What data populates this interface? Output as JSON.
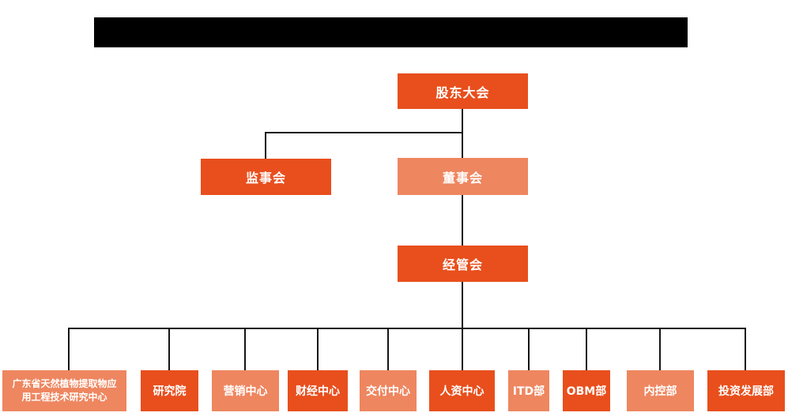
{
  "colors": {
    "primary_orange": "#e84f1d",
    "secondary_salmon": "#ee8660",
    "connector_line": "#141414",
    "redacted_bar": "#000000",
    "node_text": "#ffffff"
  },
  "org_chart": {
    "root": {
      "label": "股东大会"
    },
    "level2": [
      {
        "label": "监事会",
        "variant": "primary"
      },
      {
        "label": "董事会",
        "variant": "secondary"
      }
    ],
    "level3": {
      "label": "经管会",
      "variant": "primary"
    },
    "departments": [
      {
        "label": "广东省天然植物提取物应用工程技术研究中心",
        "variant": "secondary"
      },
      {
        "label": "研究院",
        "variant": "primary"
      },
      {
        "label": "营销中心",
        "variant": "secondary"
      },
      {
        "label": "财经中心",
        "variant": "primary"
      },
      {
        "label": "交付中心",
        "variant": "secondary"
      },
      {
        "label": "人资中心",
        "variant": "primary"
      },
      {
        "label": "ITD部",
        "variant": "secondary"
      },
      {
        "label": "OBM部",
        "variant": "primary"
      },
      {
        "label": "内控部",
        "variant": "secondary"
      },
      {
        "label": "投资发展部",
        "variant": "primary"
      }
    ]
  }
}
